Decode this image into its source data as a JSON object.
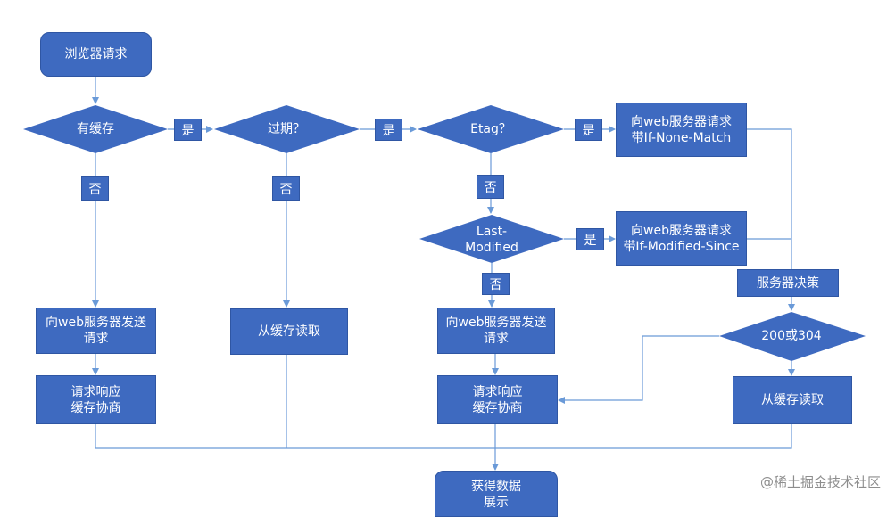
{
  "nodes": {
    "browser_request": "浏览器请求",
    "has_cache": "有缓存",
    "expired": "过期？",
    "etag": "Etag？",
    "last_modified": "Last-\nModified",
    "req_if_none_match": "向web服务器请求\n带If-None-Match",
    "req_if_modified_since": "向web服务器请求\n带If-Modified-Since",
    "server_decision": "服务器决策",
    "status_200_304": "200或304",
    "send_request_left": "向web服务器发送\n请求",
    "read_cache_middle": "从缓存读取",
    "send_request_mid": "向web服务器发送\n请求",
    "response_negotiate_left": "请求响应\n缓存协商",
    "response_negotiate_mid": "请求响应\n缓存协商",
    "read_cache_right": "从缓存读取",
    "get_data_display": "获得数据\n展示"
  },
  "labels": {
    "yes": "是",
    "no": "否"
  },
  "watermark": "@稀土掘金技术社区",
  "colors": {
    "node_fill": "#3e6ac0",
    "line": "#6a9ad8",
    "watermark": "#8e8e8e"
  }
}
